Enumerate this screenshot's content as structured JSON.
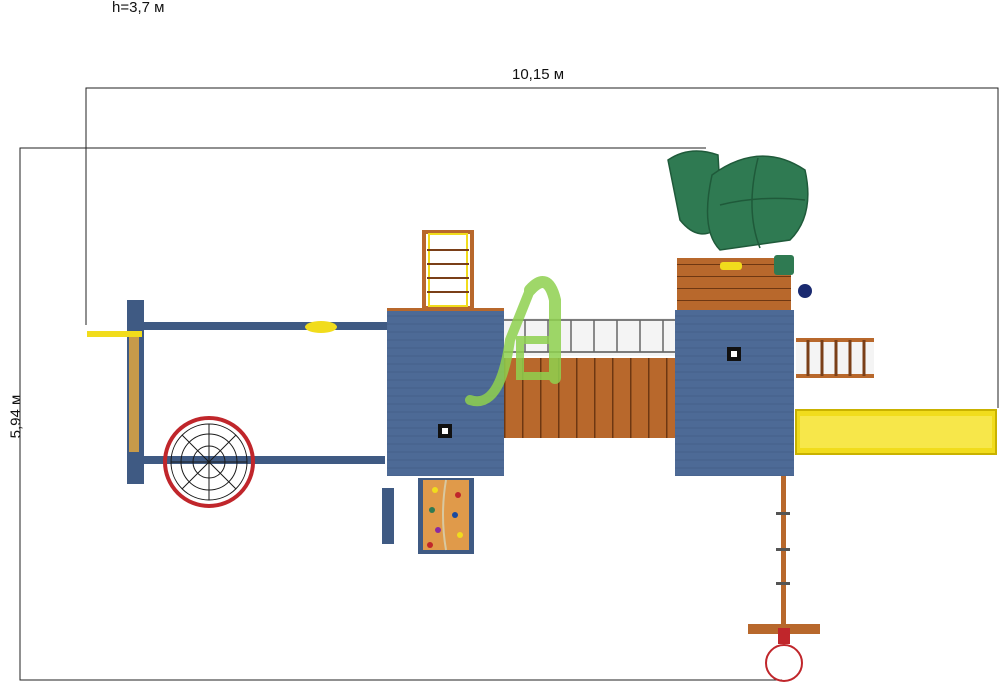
{
  "labels": {
    "height": "h=3,7 м",
    "width": "10,15 м",
    "depth": "5,94 м"
  },
  "colors": {
    "deck_blue": "#4d6a96",
    "beam_blue": "#3f5a83",
    "wood": "#b8682c",
    "wood_dark": "#7a3f18",
    "slide_yellow": "#f1dc1c",
    "tube_green": "#2f7a52",
    "net_red": "#c0262b",
    "logo_green": "#8fd14f"
  }
}
